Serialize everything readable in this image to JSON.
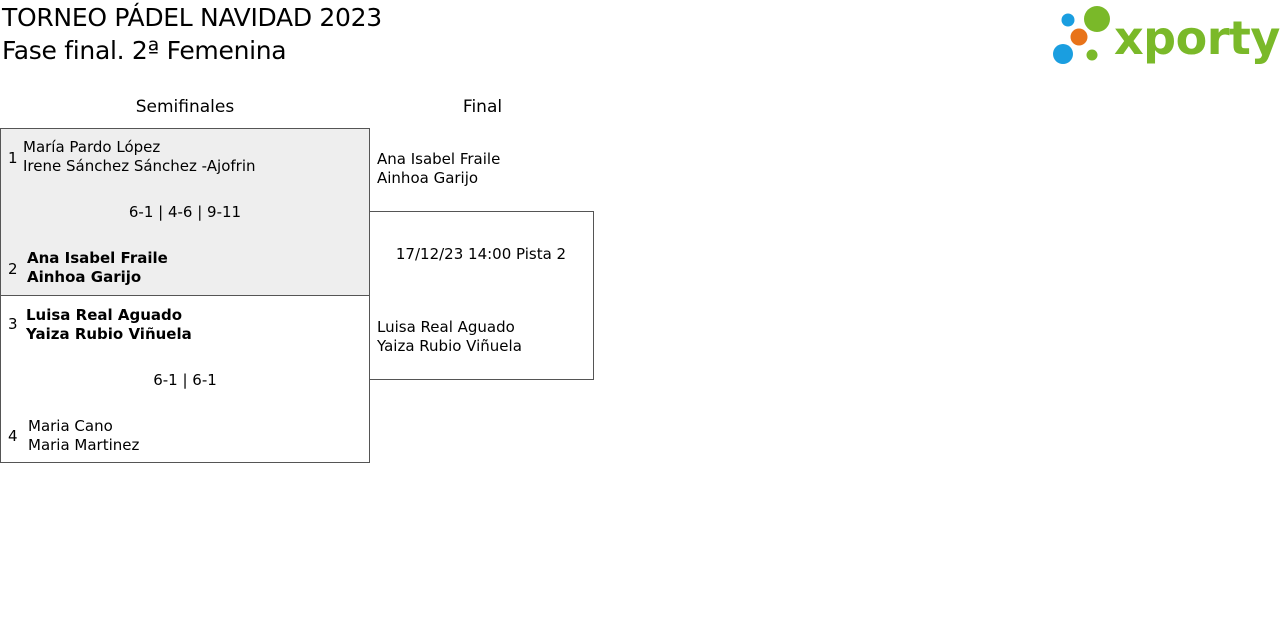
{
  "header": {
    "title": "TORNEO PÁDEL NAVIDAD 2023",
    "subtitle": "Fase final. 2ª Femenina"
  },
  "logo": {
    "text": "xporty",
    "colors": {
      "green": "#7ab929",
      "blue": "#1a9ee0",
      "orange": "#e8731a"
    }
  },
  "rounds": {
    "semifinals_label": "Semifinales",
    "final_label": "Final"
  },
  "semifinals": [
    {
      "score": "6-1 | 4-6 | 9-11",
      "team1": {
        "seed": "1",
        "player1": "María Pardo López",
        "player2": "Irene Sánchez Sánchez -Ajofrin"
      },
      "team2": {
        "seed": "2",
        "player1": "Ana Isabel Fraile",
        "player2": "Ainhoa Garijo"
      }
    },
    {
      "score": "6-1 | 6-1",
      "team1": {
        "seed": "3",
        "player1": "Luisa Real Aguado",
        "player2": "Yaiza Rubio Viñuela"
      },
      "team2": {
        "seed": "4",
        "player1": "Maria Cano",
        "player2": "Maria Martinez"
      }
    }
  ],
  "final": {
    "info": "17/12/23 14:00 Pista 2",
    "team1": {
      "player1": "Ana Isabel Fraile",
      "player2": "Ainhoa Garijo"
    },
    "team2": {
      "player1": "Luisa Real Aguado",
      "player2": "Yaiza Rubio Viñuela"
    }
  }
}
